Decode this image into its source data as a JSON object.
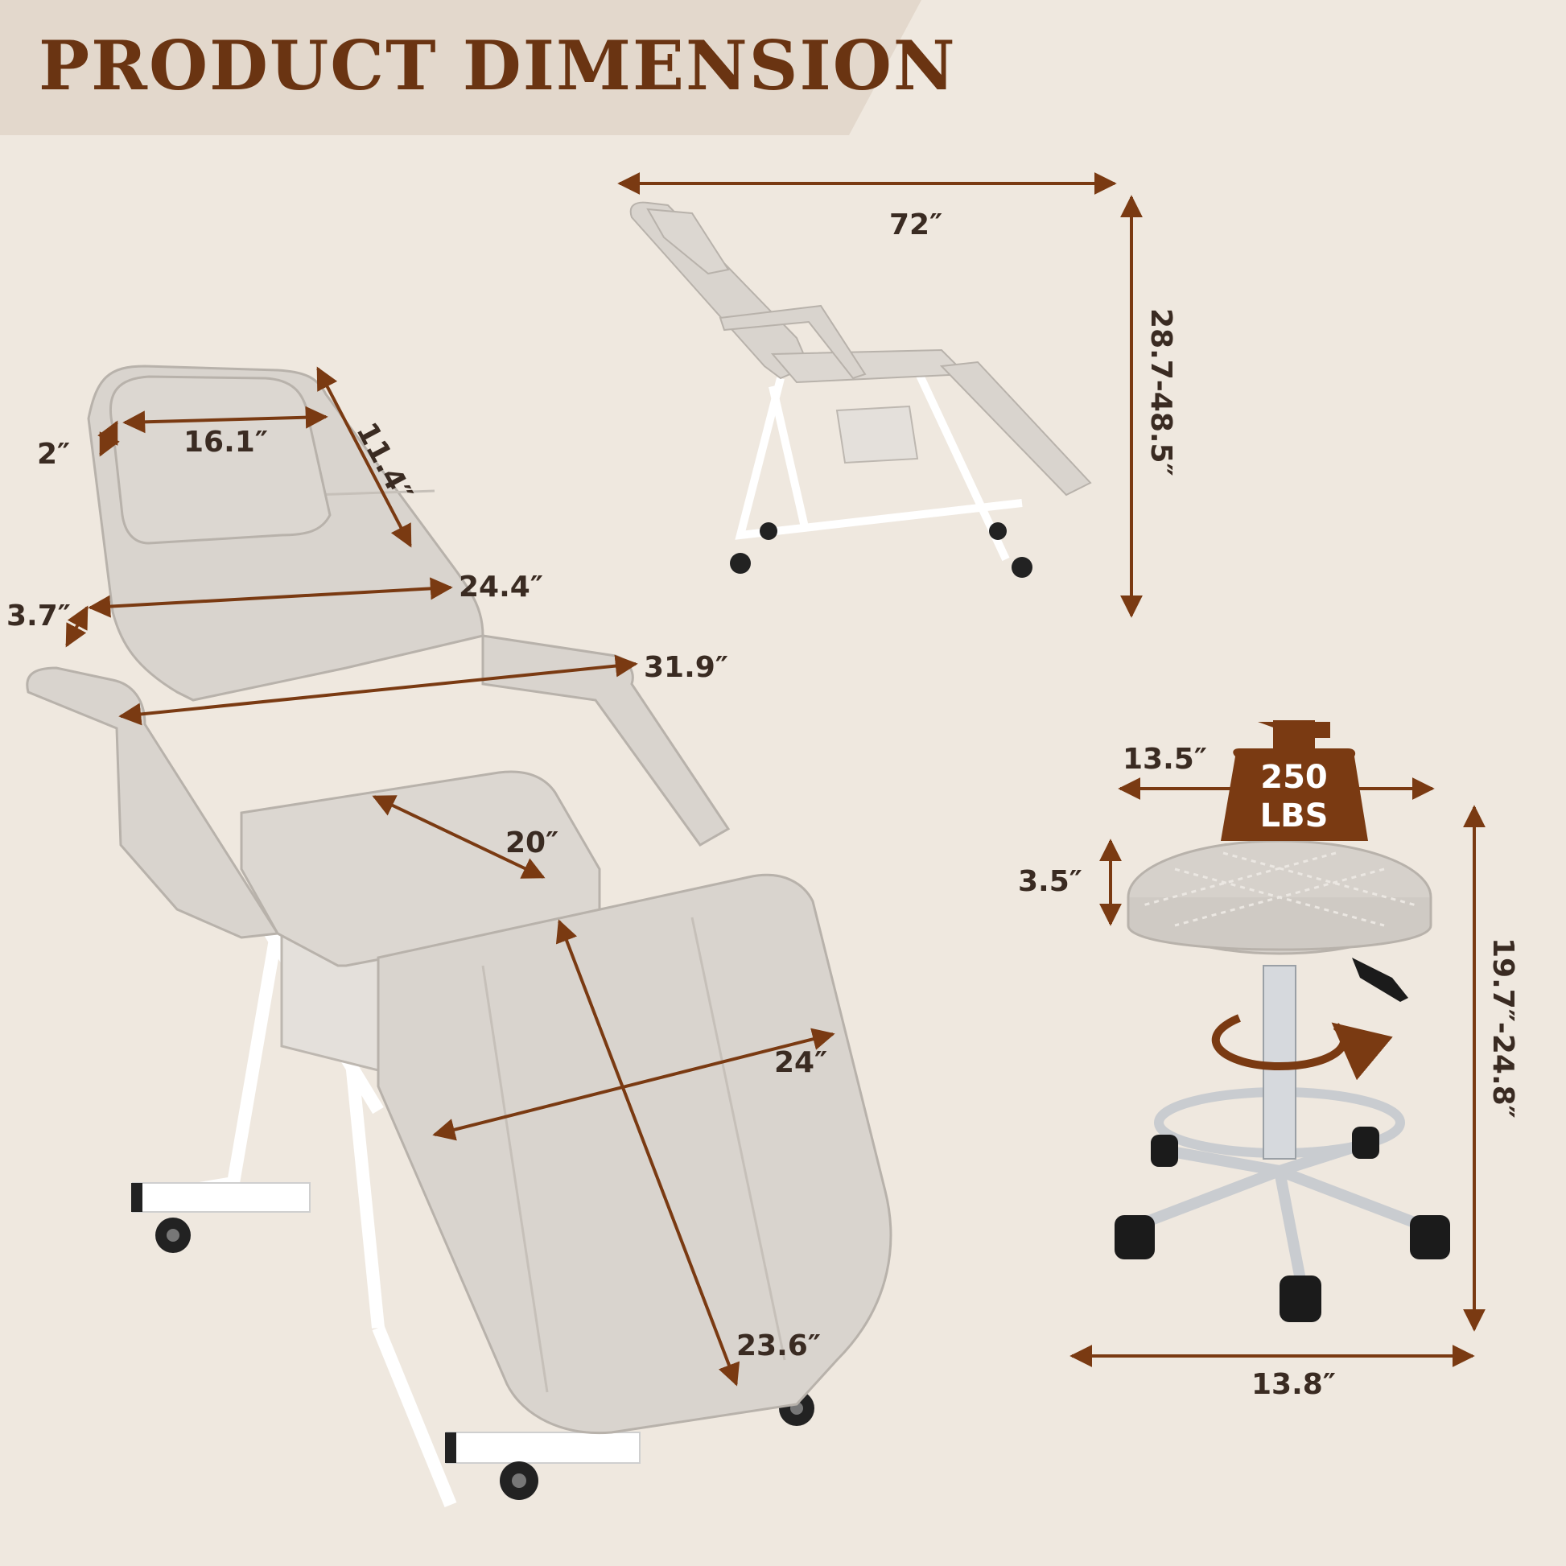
{
  "title": "PRODUCT DIMENSION",
  "colors": {
    "background": "#efe8df",
    "banner": "#e3d8cc",
    "title": "#6a3412",
    "dimension_line": "#7a3a12",
    "label": "#3a2b22",
    "upholstery": "#d9d4ce",
    "frame": "#ffffff",
    "chrome": "#c9ccd0"
  },
  "chair_dims": {
    "headrest_depth": "2″",
    "headrest_width": "16.1″",
    "headrest_length": "11.4″",
    "backrest_depth": "3.7″",
    "backrest_width": "24.4″",
    "armrest_width": "31.9″",
    "seat_depth": "20″",
    "leg_width": "24″",
    "leg_length": "23.6″"
  },
  "flat_bed_dims": {
    "length": "72″",
    "height": "28.7-48.5″"
  },
  "stool_dims": {
    "seat_diameter": "13.5″",
    "seat_thickness": "3.5″",
    "height": "19.7″-24.8″",
    "base_diameter": "13.8″"
  },
  "weight_capacity": {
    "value": "250",
    "unit": "LBS"
  }
}
